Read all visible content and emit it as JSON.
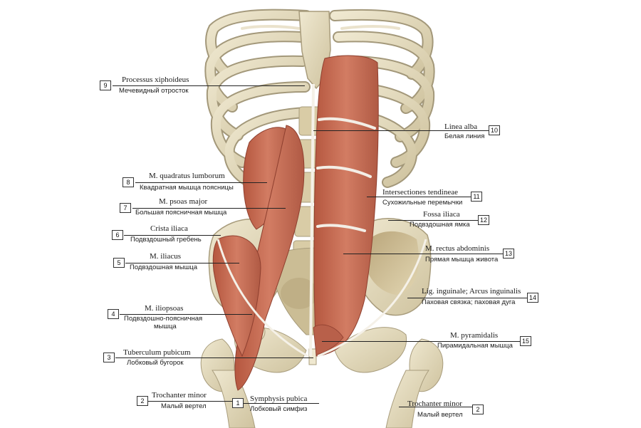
{
  "labels": [
    {
      "num": "9",
      "latin": "Processus xiphoideus",
      "russian": "Мечевидный отросток"
    },
    {
      "num": "10",
      "latin": "Linea alba",
      "russian": "Белая линия"
    },
    {
      "num": "8",
      "latin": "M. quadratus lumborum",
      "russian": "Квадратная мышца поясницы"
    },
    {
      "num": "11",
      "latin": "Intersectiones tendineae",
      "russian": "Сухожильные перемычки"
    },
    {
      "num": "7",
      "latin": "M. psoas major",
      "russian": "Большая поясничная мышца"
    },
    {
      "num": "12",
      "latin": "Fossa iliaca",
      "russian": "Подвздошная ямка"
    },
    {
      "num": "6",
      "latin": "Crista iliaca",
      "russian": "Подвздошный гребень"
    },
    {
      "num": "13",
      "latin": "M. rectus abdominis",
      "russian": "Прямая мышца живота"
    },
    {
      "num": "5",
      "latin": "M. iliacus",
      "russian": "Подвздошная мышца"
    },
    {
      "num": "14",
      "latin": "Lig. inguinale; Arcus inguinalis",
      "russian": "Паховая связка; паховая дуга"
    },
    {
      "num": "4",
      "latin": "M. iliopsoas",
      "russian": "Подвздошно-поясничная",
      "russian2": "мышца"
    },
    {
      "num": "15",
      "latin": "M. pyramidalis",
      "russian": "Пирамидальная мышца"
    },
    {
      "num": "3",
      "latin": "Tuberculum pubicum",
      "russian": "Лобковый бугорок"
    },
    {
      "num": "2",
      "latin": "Trochanter minor",
      "russian": "Малый вертел"
    },
    {
      "num": "1",
      "latin": "Symphysis pubica",
      "russian": "Лобковый симфиз"
    },
    {
      "num": "2",
      "latin": "Trochanter minor",
      "russian": "Малый вертел"
    }
  ],
  "colors": {
    "bone": "#e8e0c4",
    "bone_shade": "#c9bd98",
    "muscle": "#c46a55",
    "muscle_dark": "#9e4a3a",
    "tendon": "#f0ece4"
  }
}
